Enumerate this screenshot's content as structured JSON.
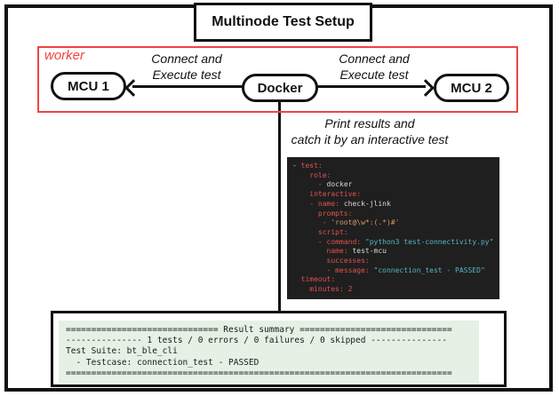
{
  "title": "Multinode Test Setup",
  "worker_box": {
    "label": "worker"
  },
  "nodes": {
    "mcu1": {
      "label": "MCU 1"
    },
    "docker": {
      "label": "Docker"
    },
    "mcu2": {
      "label": "MCU 2"
    }
  },
  "edge_labels": {
    "left": {
      "line1": "Connect and",
      "line2": "Execute test"
    },
    "right": {
      "line1": "Connect and",
      "line2": "Execute test"
    }
  },
  "print_label": {
    "line1": "Print results and",
    "line2": "catch it by an interactive test"
  },
  "colors": {
    "accent_red": "#f04540",
    "border_black": "#111111",
    "code_background": "#1f1f1f",
    "terminal_background": "#e4f1e4"
  },
  "code_block": {
    "language": "yaml",
    "palette": {
      "key": "#e05252",
      "plain": "#d8d8d8",
      "cyan": "#56b6c2",
      "orange": "#d19a66"
    },
    "lines": [
      [
        {
          "t": "- ",
          "c": "plain"
        },
        {
          "t": "test:",
          "c": "key"
        }
      ],
      [
        {
          "t": "    ",
          "c": "plain"
        },
        {
          "t": "role:",
          "c": "key"
        }
      ],
      [
        {
          "t": "      ",
          "c": "plain"
        },
        {
          "t": "- ",
          "c": "key"
        },
        {
          "t": "docker",
          "c": "plain"
        }
      ],
      [
        {
          "t": "    ",
          "c": "plain"
        },
        {
          "t": "interactive:",
          "c": "key"
        }
      ],
      [
        {
          "t": "    ",
          "c": "plain"
        },
        {
          "t": "- ",
          "c": "key"
        },
        {
          "t": "name:",
          "c": "key"
        },
        {
          "t": " check-jlink",
          "c": "plain"
        }
      ],
      [
        {
          "t": "      ",
          "c": "plain"
        },
        {
          "t": "prompts:",
          "c": "key"
        }
      ],
      [
        {
          "t": "       ",
          "c": "plain"
        },
        {
          "t": "- ",
          "c": "key"
        },
        {
          "t": "'root@\\w*:(.*)#'",
          "c": "orange"
        }
      ],
      [
        {
          "t": "      ",
          "c": "plain"
        },
        {
          "t": "script:",
          "c": "key"
        }
      ],
      [
        {
          "t": "      ",
          "c": "plain"
        },
        {
          "t": "- ",
          "c": "key"
        },
        {
          "t": "command:",
          "c": "key"
        },
        {
          "t": " ",
          "c": "plain"
        },
        {
          "t": "\"python3 test-connectivity.py\"",
          "c": "cyan"
        }
      ],
      [
        {
          "t": "        ",
          "c": "plain"
        },
        {
          "t": "name:",
          "c": "key"
        },
        {
          "t": " test-mcu",
          "c": "plain"
        }
      ],
      [
        {
          "t": "        ",
          "c": "plain"
        },
        {
          "t": "successes:",
          "c": "key"
        }
      ],
      [
        {
          "t": "        ",
          "c": "plain"
        },
        {
          "t": "- ",
          "c": "key"
        },
        {
          "t": "message:",
          "c": "key"
        },
        {
          "t": " ",
          "c": "plain"
        },
        {
          "t": "\"connection_test - PASSED\"",
          "c": "cyan"
        }
      ],
      [
        {
          "t": "  ",
          "c": "plain"
        },
        {
          "t": "timeout:",
          "c": "key"
        }
      ],
      [
        {
          "t": "    ",
          "c": "plain"
        },
        {
          "t": "minutes:",
          "c": "key"
        },
        {
          "t": " 2",
          "c": "key"
        }
      ]
    ]
  },
  "terminal": {
    "lines": [
      "============================== Result summary ==============================",
      "--------------- 1 tests / 0 errors / 0 failures / 0 skipped ---------------",
      "Test Suite: bt_ble_cli",
      "  - Testcase: connection_test - PASSED",
      "============================================================================"
    ]
  }
}
